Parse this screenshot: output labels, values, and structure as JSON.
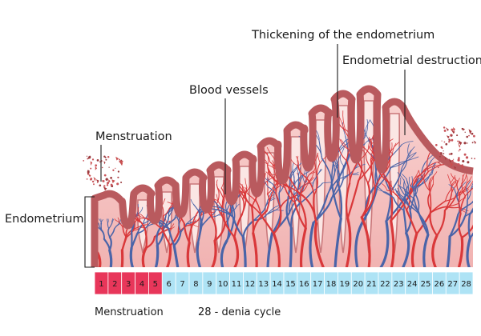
{
  "labels": {
    "thickening": "Thickening of the endometrium",
    "destruction": "Endometrial destruction",
    "blood_vessels": "Blood vessels",
    "menstruation": "Menstruation",
    "endometrium": "Endometrium"
  },
  "footer": {
    "menstruation": "Menstruation",
    "cycle": "28 - denia cycle"
  },
  "cycle": {
    "days": [
      "1",
      "2",
      "3",
      "4",
      "5",
      "6",
      "7",
      "8",
      "9",
      "10",
      "11",
      "12",
      "13",
      "14",
      "15",
      "16",
      "17",
      "18",
      "19",
      "20",
      "21",
      "22",
      "23",
      "24",
      "25",
      "26",
      "27",
      "28"
    ],
    "menstruation_days": 5
  },
  "colors": {
    "menstruation_day": "#e8365a",
    "cycle_day": "#aee3f5",
    "tissue_light": "#f6c9c7",
    "tissue_deep": "#f0a8a8",
    "epithelium": "#b95a5e",
    "gland_lumen": "#fbe6e4",
    "artery": "#d9383a",
    "vein": "#4a64a8"
  }
}
